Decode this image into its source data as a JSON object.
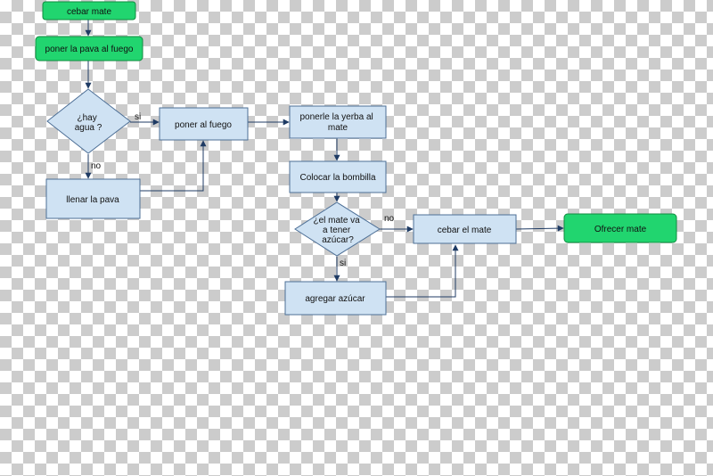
{
  "colors": {
    "terminal_fill": "#21d56f",
    "terminal_stroke": "#118a3f",
    "process_fill": "#cfe2f3",
    "process_stroke": "#4d6f96",
    "edge": "#1f3b64"
  },
  "nodes": {
    "start": "cebar mate",
    "fire_first": "poner la pava al fuego",
    "water_q": [
      "¿hay",
      "agua ?"
    ],
    "fill_kettle": "llenar la pava",
    "fire": "poner al fuego",
    "yerba": [
      "ponerle la yerba al",
      "mate"
    ],
    "bombilla": "Colocar la bombilla",
    "sugar_q": [
      "¿el mate va",
      "a tener",
      "azúcar?"
    ],
    "add_sugar": "agregar azúcar",
    "brew": "cebar el mate",
    "end": "Ofrecer mate"
  },
  "edge_labels": {
    "water_yes": "si",
    "water_no": "no",
    "sugar_no": "no",
    "sugar_yes": "si"
  }
}
